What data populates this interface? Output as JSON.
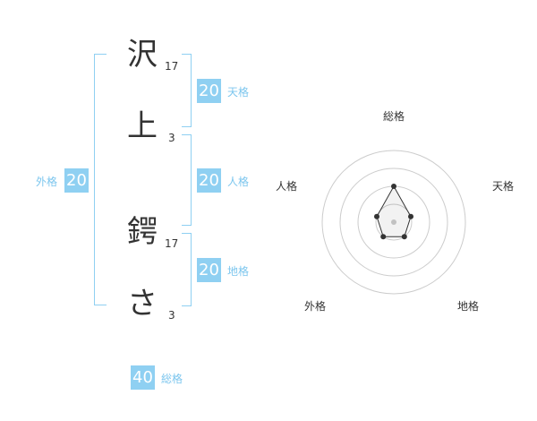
{
  "name": {
    "chars": [
      {
        "char": "沢",
        "strokes": "17"
      },
      {
        "char": "上",
        "strokes": "3"
      },
      {
        "char": "鍔",
        "strokes": "17"
      },
      {
        "char": "さ",
        "strokes": "3"
      }
    ]
  },
  "scores": {
    "tenkaku": {
      "value": "20",
      "label": "天格"
    },
    "jinkaku": {
      "value": "20",
      "label": "人格"
    },
    "chikaku": {
      "value": "20",
      "label": "地格"
    },
    "gaikaku": {
      "value": "20",
      "label": "外格"
    },
    "soukaku": {
      "value": "40",
      "label": "総格"
    }
  },
  "radar": {
    "labels": {
      "top": "総格",
      "right_top": "天格",
      "right_bottom": "地格",
      "left_bottom": "外格",
      "left_top": "人格"
    },
    "axes_order": [
      "総格",
      "天格",
      "地格",
      "外格",
      "人格"
    ],
    "levels": 4,
    "values": [
      2,
      1,
      1,
      1,
      1
    ],
    "max": 4,
    "line_color": "#333333",
    "ring_color": "#cccccc"
  }
}
